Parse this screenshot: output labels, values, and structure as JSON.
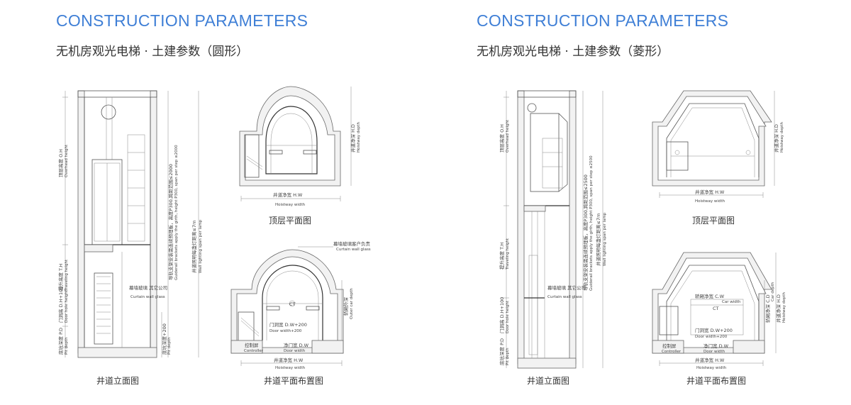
{
  "panels": [
    {
      "heading": "CONSTRUCTION PARAMETERS",
      "subheading": "无机房观光电梯 · 土建参数（圆形）",
      "captions": {
        "elevation": "井道立面图",
        "top_plan": "顶层平面图",
        "layout_plan": "井道平面布置图"
      },
      "labels": {
        "overhead": "顶层高度 O.H",
        "overhead_en": "Overhead height",
        "travel": "提升高度 T.H",
        "travel_en": "Traveling height",
        "door_h": "门洞高 D.H+100",
        "door_h_en": "Door hole height",
        "pit": "底坑深度 P.D",
        "pit_en": "Pit depth",
        "pit_plus": "底坑深度+200",
        "pit_plus_en": "Pit depth",
        "guide": "导轨支架安装需连续预埋板，高度P300,跨距范围≤2000",
        "guide_en": "Guiderail brackets apply the girth, height P300, span per step ≤2000",
        "wall_light": "井道照明每盏灯距离≤7m",
        "wall_light_en": "Wall lighting span per lamp",
        "curtain": "幕墙玻璃 其它公司",
        "curtain_en": "Curtain wall glass",
        "hw_depth": "井道净深 H.D",
        "hw_depth_en": "Hoistway depth",
        "hw_width": "井道净宽 H.W",
        "hw_width_en": "Hoistway width",
        "curtain_top": "幕墙玻璃客户负责",
        "curtain_top_en": "Curtain wall glass",
        "car_depth": "轿厢外深",
        "car_depth_en": "Outer car depth",
        "door_w": "门洞宽 D.W+200",
        "door_w_en": "Door width+200",
        "net_door": "净门宽 D.W",
        "net_door_en": "Door width",
        "controller": "控制屏",
        "controller_en": "Controller",
        "ct": "CT"
      }
    },
    {
      "heading": "CONSTRUCTION PARAMETERS",
      "subheading": "无机房观光电梯 · 土建参数（菱形）",
      "captions": {
        "elevation": "井道立面图",
        "top_plan": "顶层平面图",
        "layout_plan": "井道平面布置图"
      },
      "labels": {
        "overhead": "顶层高度 O.H",
        "overhead_en": "Overhead height",
        "travel": "提升高度 T.H",
        "travel_en": "Traveling height",
        "door_h": "门洞高 D.H+100",
        "door_h_en": "Door hole height",
        "pit": "底坑深度 P.D",
        "pit_en": "Pit depth",
        "guide": "导轨支架安装需连续预埋板，高度P300,跨距范围≤2500",
        "guide_en": "Guiderail brackets apply the girth, height P300, span per step ≤2500",
        "wall_light": "井道照明每盏灯距离≤7m",
        "wall_light_en": "Wall lighting span per lamp",
        "curtain": "幕墙玻璃 其它公司",
        "curtain_en": "Curtain wall glass",
        "hw_depth": "井道净深 H.D",
        "hw_depth_en": "Hoistway depth",
        "hw_width": "井道净宽 H.W",
        "hw_width_en": "Hoistway width",
        "car_width": "轿厢净宽 C.W",
        "car_width_en": "Car width",
        "car_depth": "轿厢净深 C.D",
        "car_depth_en": "Car depth",
        "door_w": "门洞宽 D.W+200",
        "door_w_en": "Door width+200",
        "net_door": "净门宽 D.W",
        "net_door_en": "Door width",
        "controller": "控制屏",
        "controller_en": "Controller",
        "ct": "CT"
      }
    }
  ]
}
